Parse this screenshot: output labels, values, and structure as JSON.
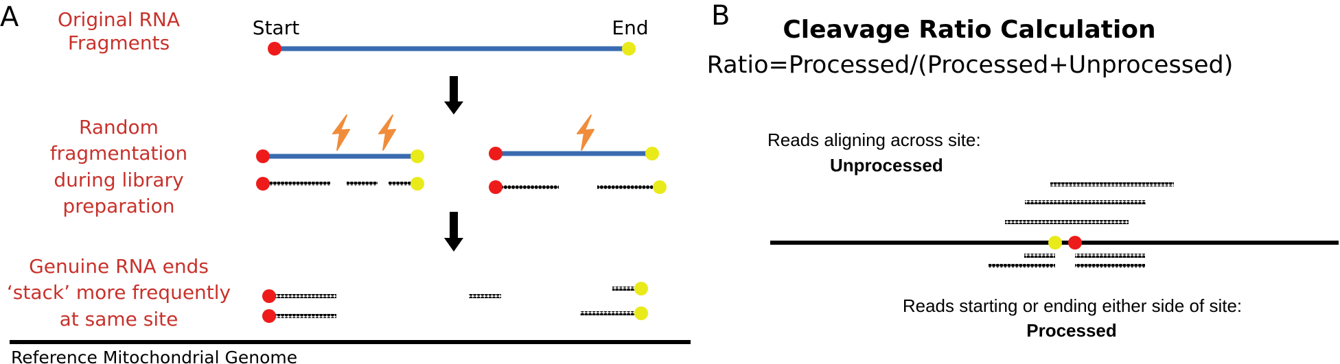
{
  "panel_a": {
    "letter": "A",
    "label_original": [
      "Original RNA",
      "Fragments"
    ],
    "label_random": [
      "Random",
      "fragmentation",
      "during library",
      "preparation"
    ],
    "label_genuine": [
      "Genuine RNA ends",
      "‘stack’ more frequently",
      "at same site"
    ],
    "start_label": "Start",
    "end_label": "End",
    "reference_label": "Reference Mitochondrial Genome"
  },
  "panel_b": {
    "letter": "B",
    "title": "Cleavage Ratio Calculation",
    "formula": "Ratio=Processed/(Processed+Unprocessed)",
    "unprocessed_caption": "Reads aligning across site:",
    "unprocessed_label": "Unprocessed",
    "processed_caption": "Reads starting or ending either side of site:",
    "processed_label": "Processed"
  },
  "colors": {
    "red_text": "#c8312b",
    "fragment_blue": "#3a6bb0",
    "start_red": "#ee1b1b",
    "end_yellow": "#e9ea1a",
    "lightning_orange": "#f08c3a",
    "read_black": "#000000"
  }
}
